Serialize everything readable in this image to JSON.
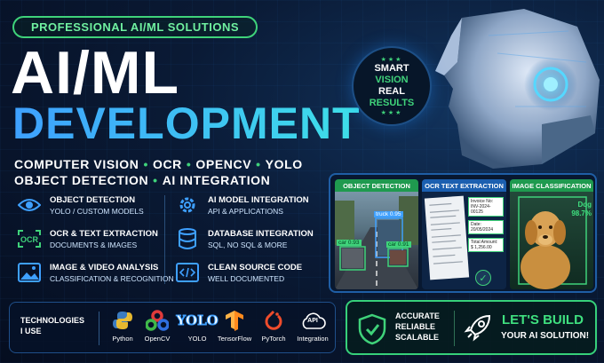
{
  "header": {
    "pill": "PROFESSIONAL AI/ML SOLUTIONS",
    "title_line1": "AI/ML",
    "title_line2": "DEVELOPMENT",
    "skills_line1": [
      "COMPUTER VISION",
      "OCR",
      "OPENCV",
      "YOLO"
    ],
    "skills_line2": [
      "OBJECT DETECTION",
      "AI INTEGRATION"
    ],
    "accent": "#3fd27a",
    "blue": "#3ea0ff"
  },
  "badge": {
    "line1": "SMART",
    "line2": "VISION",
    "line3": "REAL",
    "line4": "RESULTS"
  },
  "features": [
    {
      "icon": "eye-icon",
      "title": "OBJECT DETECTION",
      "sub": "YOLO / CUSTOM MODELS"
    },
    {
      "icon": "ocr-icon",
      "title": "OCR & TEXT EXTRACTION",
      "sub": "DOCUMENTS & IMAGES"
    },
    {
      "icon": "image-icon",
      "title": "IMAGE & VIDEO ANALYSIS",
      "sub": "CLASSIFICATION & RECOGNITION"
    },
    {
      "icon": "gear-icon",
      "title": "AI MODEL INTEGRATION",
      "sub": "API & APPLICATIONS"
    },
    {
      "icon": "database-icon",
      "title": "DATABASE INTEGRATION",
      "sub": "SQL, NO SQL & MORE"
    },
    {
      "icon": "code-icon",
      "title": "CLEAN SOURCE CODE",
      "sub": "WELL DOCUMENTED"
    }
  ],
  "demo": {
    "detection": {
      "header": "OBJECT DETECTION",
      "labels": [
        "truck 0.95",
        "car 0.93",
        "car 0.91"
      ]
    },
    "ocr": {
      "header": "OCR TEXT EXTRACTION",
      "fields": [
        "Invoice No:",
        "INV-2024-00125",
        "Date:",
        "20/05/2024",
        "Total Amount:",
        "$ 1,256.00"
      ]
    },
    "classification": {
      "header": "IMAGE CLASSIFICATION",
      "label": "Dog",
      "score": "98.7%"
    }
  },
  "technologies": {
    "title_line1": "TECHNOLOGIES",
    "title_line2": "I USE",
    "items": [
      "Python",
      "OpenCV",
      "YOLO",
      "TensorFlow",
      "PyTorch",
      "Integration"
    ],
    "api_label": "API",
    "yolo_logo": "YOLO"
  },
  "cta": {
    "points": [
      "ACCURATE",
      "RELIABLE",
      "SCALABLE"
    ],
    "main": "LET'S BUILD",
    "sub": "YOUR AI SOLUTION!"
  }
}
